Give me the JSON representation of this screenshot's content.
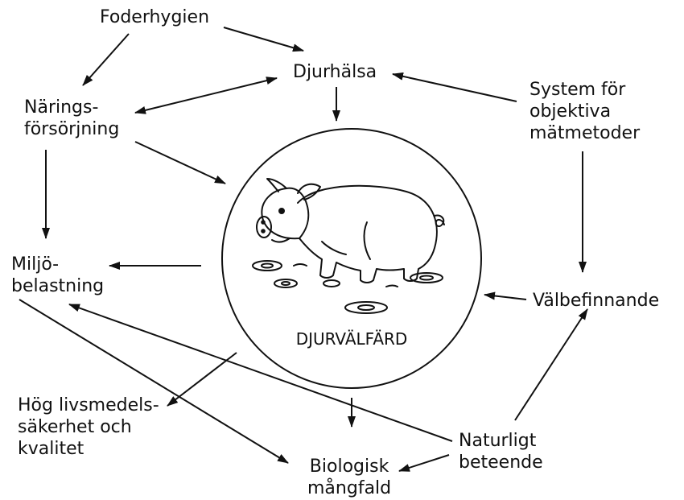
{
  "diagram": {
    "center": "DJURVÄLFÄRD",
    "nodes": {
      "foderhygien": [
        "Foderhygien"
      ],
      "djurhalsa": [
        "Djurhälsa"
      ],
      "naringsforsorjning": [
        "Närings-",
        "försörjning"
      ],
      "system": [
        "System för",
        "objektiva",
        "mätmetoder"
      ],
      "miljobelastning": [
        "Miljö-",
        "belastning"
      ],
      "valbefinnande": [
        "Välbefinnande"
      ],
      "livsmedel": [
        "Hög livsmedels-",
        "säkerhet och",
        "kvalitet"
      ],
      "naturligt": [
        "Naturligt",
        "beteende"
      ],
      "biologisk": [
        "Biologisk",
        "mångfald"
      ]
    },
    "edges": [
      {
        "from": "Foderhygien",
        "to": "Djurhälsa"
      },
      {
        "from": "Foderhygien",
        "to": "Närings-försörjning"
      },
      {
        "from": "Djurhälsa",
        "to": "Närings-försörjning",
        "bidirectional": true
      },
      {
        "from": "System för objektiva mätmetoder",
        "to": "Djurhälsa"
      },
      {
        "from": "Djurhälsa",
        "to": "DJURVÄLFÄRD"
      },
      {
        "from": "Närings-försörjning",
        "to": "DJURVÄLFÄRD"
      },
      {
        "from": "Närings-försörjning",
        "to": "Miljö-belastning"
      },
      {
        "from": "DJURVÄLFÄRD",
        "to": "Miljö-belastning"
      },
      {
        "from": "System för objektiva mätmetoder",
        "to": "Välbefinnande"
      },
      {
        "from": "Välbefinnande",
        "to": "DJURVÄLFÄRD"
      },
      {
        "from": "Naturligt beteende",
        "to": "Välbefinnande"
      },
      {
        "from": "Naturligt beteende",
        "to": "Miljö-belastning"
      },
      {
        "from": "Naturligt beteende",
        "to": "Biologisk mångfald"
      },
      {
        "from": "DJURVÄLFÄRD",
        "to": "Biologisk mångfald"
      },
      {
        "from": "DJURVÄLFÄRD",
        "to": "Hög livsmedels-säkerhet och kvalitet"
      },
      {
        "from": "Miljö-belastning",
        "to": "Biologisk mångfald"
      }
    ]
  }
}
